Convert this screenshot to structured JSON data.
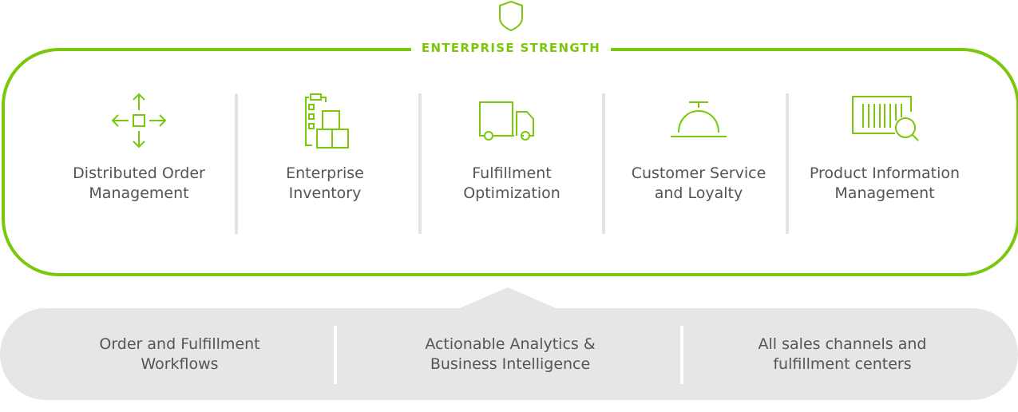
{
  "header": {
    "title": "ENTERPRISE STRENGTH",
    "icon": "shield-icon"
  },
  "pillars": [
    {
      "label": "Distributed Order Management",
      "line1": "Distributed Order",
      "line2": "Management",
      "icon": "distribute-arrows-icon"
    },
    {
      "label": "Enterprise Inventory",
      "line1": "Enterprise",
      "line2": "Inventory",
      "icon": "inventory-boxes-icon"
    },
    {
      "label": "Fulfillment Optimization",
      "line1": "Fulfillment",
      "line2": "Optimization",
      "icon": "truck-icon"
    },
    {
      "label": "Customer Service and Loyalty",
      "line1": "Customer Service",
      "line2": "and Loyalty",
      "icon": "service-bell-icon"
    },
    {
      "label": "Product Information Management",
      "line1": "Product Information",
      "line2": "Management",
      "icon": "barcode-search-icon"
    }
  ],
  "foundation": [
    {
      "line1": "Order and Fulfillment",
      "line2": "Workflows"
    },
    {
      "line1": "Actionable Analytics &",
      "line2": "Business Intelligence"
    },
    {
      "line1": "All sales channels and",
      "line2": "fulfillment centers"
    }
  ],
  "colors": {
    "accent": "#7ac70c",
    "divider": "#e3e3e3",
    "base": "#e6e6e6",
    "text": "#555555"
  }
}
